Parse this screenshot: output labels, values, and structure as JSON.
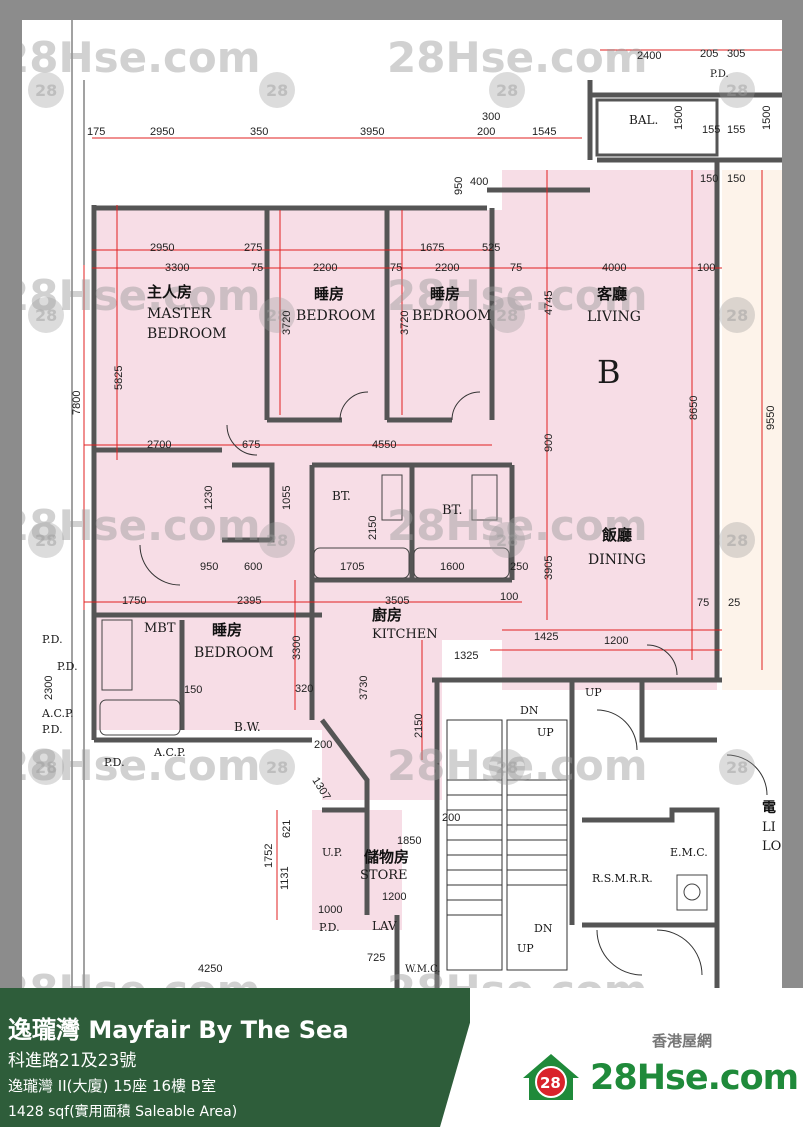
{
  "watermark": {
    "text": "28Hse.com",
    "badge": "28"
  },
  "rooms": {
    "master_cn": "主人房",
    "master_en1": "MASTER",
    "master_en2": "BEDROOM",
    "bed1_cn": "睡房",
    "bed1_en": "BEDROOM",
    "bed2_cn": "睡房",
    "bed2_en": "BEDROOM",
    "bed3_cn": "睡房",
    "bed3_en": "BEDROOM",
    "living_cn": "客廳",
    "living_en": "LIVING",
    "dining_cn": "飯廳",
    "dining_en": "DINING",
    "kitchen_cn": "廚房",
    "kitchen_en": "KITCHEN",
    "store_cn": "儲物房",
    "store_en": "STORE",
    "unit_letter": "B",
    "bal": "BAL.",
    "bt1": "BT.",
    "bt2": "BT.",
    "mbt": "MBT",
    "pd": "P.D.",
    "acp": "A.C.P.",
    "bw": "B.W.",
    "up": "U.P.",
    "lav": "LAV",
    "wmc": "W.M.C.",
    "rsmrr": "R.S.M.R.R.",
    "emc": "E.M.C.",
    "dn": "DN",
    "upstair": "UP",
    "lift_cn": "電",
    "lift_en1": "LI",
    "lift_en2": "LO"
  },
  "dims": {
    "d2400": "2400",
    "d205": "205",
    "d305": "305",
    "d175": "175",
    "d2950": "2950",
    "d350": "350",
    "d3950": "3950",
    "d200": "200",
    "d1545": "1545",
    "d300": "300",
    "d1500": "1500",
    "d155": "155",
    "d150": "150",
    "d950": "950",
    "d400": "400",
    "d100": "100",
    "d275": "275",
    "d1675": "1675",
    "d525": "525",
    "d3300": "3300",
    "d75": "75",
    "d2200": "2200",
    "d4000": "4000",
    "d5825": "5825",
    "d3720": "3720",
    "d4745": "4745",
    "d7800": "7800",
    "d8650": "8650",
    "d9550": "9550",
    "d2700": "2700",
    "d675": "675",
    "d4550": "4550",
    "d900": "900",
    "d1230": "1230",
    "d1055": "1055",
    "d2150": "2150",
    "d3905": "3905",
    "d600": "600",
    "d1705": "1705",
    "d1600": "1600",
    "d250": "250",
    "d1750": "1750",
    "d2395": "2395",
    "d3505": "3505",
    "d1425": "1425",
    "d1200": "1200",
    "d1325": "1325",
    "d2300": "2300",
    "d3730": "3730",
    "d320": "320",
    "d1307": "1307",
    "d1752": "1752",
    "d1131": "1131",
    "d621": "621",
    "d1000": "1000",
    "d4250": "4250",
    "d725": "725",
    "d1850": "1850",
    "d25": "25"
  },
  "footer": {
    "title": "逸瓏灣 Mayfair By The Sea",
    "road": "科進路21及23號",
    "unit": "逸瓏灣 II(大廈) 15座 16樓 B室",
    "area": "1428 sqf(實用面積 Saleable Area)",
    "logo_cn": "香港屋網",
    "logo_text": "28Hse.com",
    "logo_badge": "28"
  },
  "colors": {
    "floor_fill": "#f7dde6",
    "wall": "#555555",
    "dim_line": "#e02020",
    "footer_green": "#2e5d3a",
    "logo_green": "#1f8a3a",
    "logo_red": "#d9232b"
  }
}
